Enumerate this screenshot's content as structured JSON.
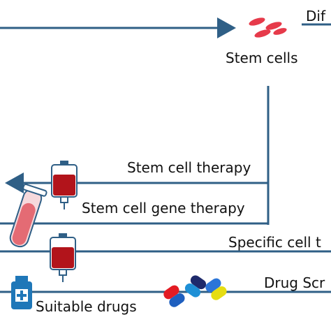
{
  "colors": {
    "line": "#2f5f86",
    "blood": "#b2141b",
    "stem_cell": "#e63a4a",
    "bottle": "#1f77b8"
  },
  "labels": {
    "top_right": "Dif",
    "stem_cells": "Stem cells",
    "stem_cell_therapy": "Stem cell therapy",
    "stem_cell_gene_therapy": "Stem cell gene  therapy",
    "specific_cell_therapy": "Specific cell t",
    "drug_screening": "Drug Scr",
    "suitable_drugs": "Suitable drugs"
  },
  "icons": [
    "stem-cells-icon",
    "blood-bag-icon",
    "test-tube-icon",
    "medicine-bottle-icon",
    "capsule-icon"
  ]
}
